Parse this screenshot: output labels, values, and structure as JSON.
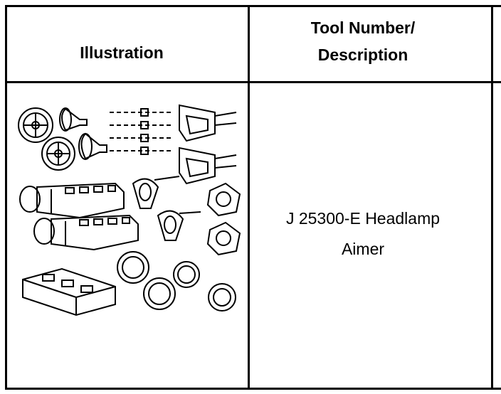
{
  "table": {
    "header": {
      "illustration": "Illustration",
      "tool_line1": "Tool Number/",
      "tool_line2": "Description"
    },
    "rows": [
      {
        "desc_line1": "J 25300-E Headlamp",
        "desc_line2": "Aimer",
        "illustration_icon": "headlamp-aimer-kit-icon"
      }
    ]
  }
}
